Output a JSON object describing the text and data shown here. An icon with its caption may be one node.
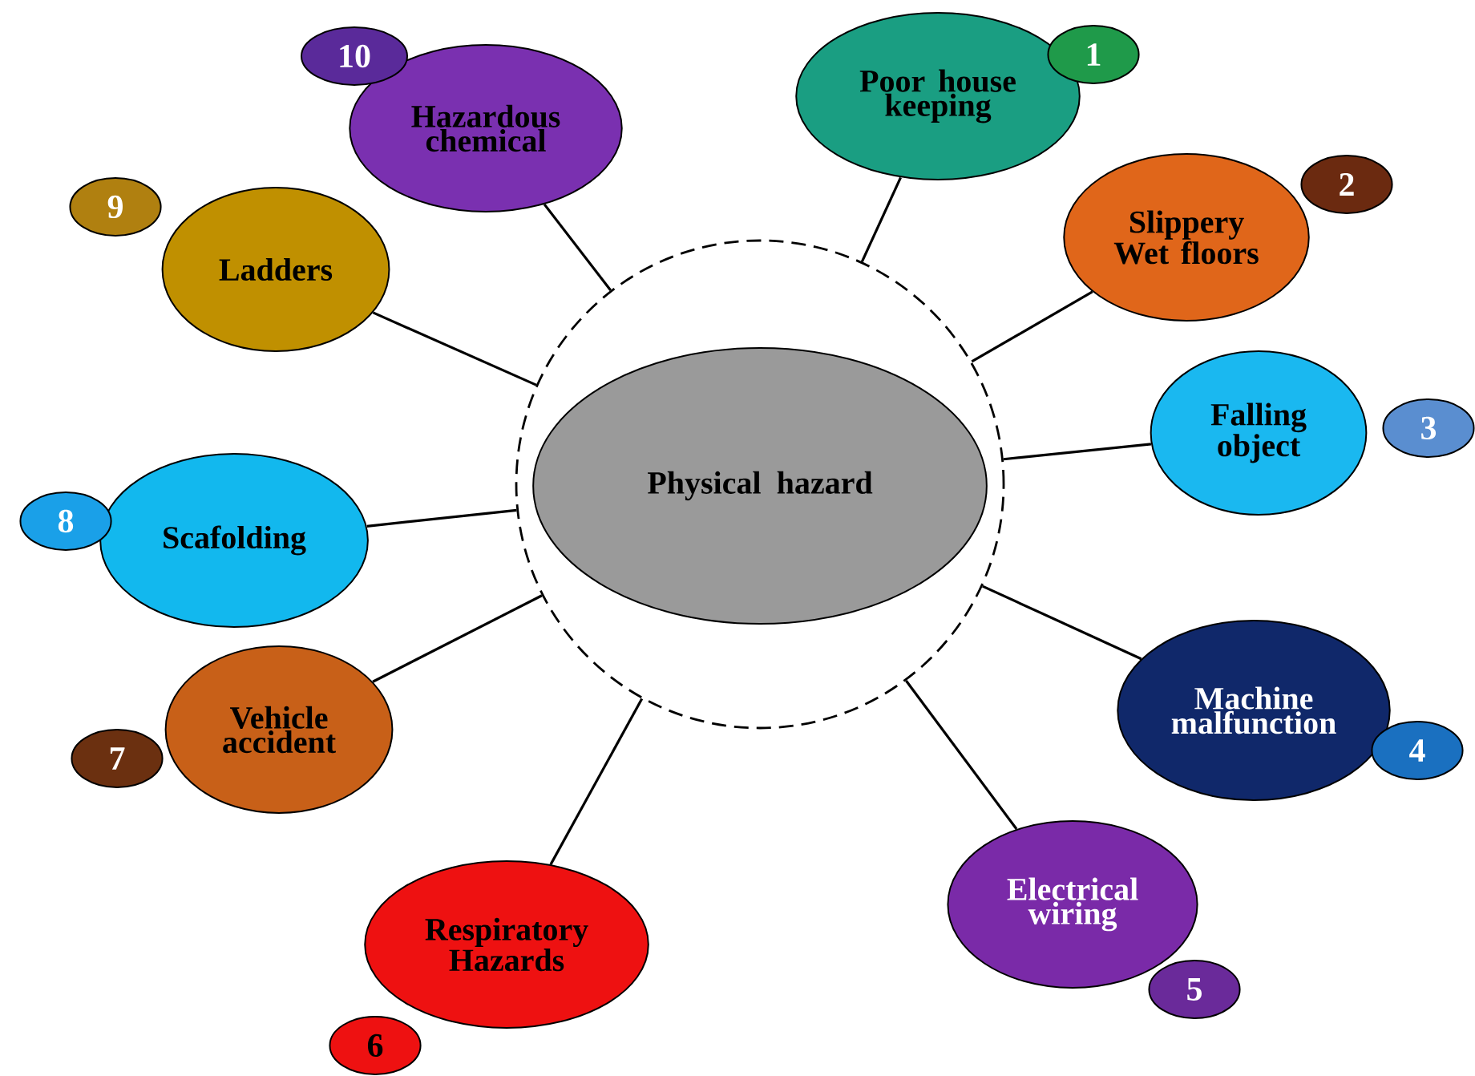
{
  "diagram": {
    "nodes": [
      {
        "text": [],
        "shape": "circle"
      },
      {
        "text": [
          "Physical hazard"
        ],
        "in": 0
      },
      {
        "text": [
          "Poor house keeping"
        ]
      },
      {
        "text": [
          "Slippery Wet floors"
        ]
      },
      {
        "text": [
          "Falling object"
        ]
      },
      {
        "text": [
          "Machine malfunction"
        ]
      },
      {
        "text": [
          "Electrical wiring"
        ]
      },
      {
        "text": [
          "Respiratory Hazards"
        ]
      },
      {
        "text": [
          "Vehicle accident"
        ]
      },
      {
        "text": [
          "Scafolding"
        ]
      },
      {
        "text": [
          "Ladders"
        ]
      },
      {
        "text": [
          "Hazardous chemical"
        ]
      },
      {
        "text": [
          "1"
        ]
      },
      {
        "text": [
          "2"
        ]
      },
      {
        "text": [
          "3"
        ]
      },
      {
        "text": [
          "4"
        ]
      },
      {
        "text": [
          "5"
        ]
      },
      {
        "text": [
          "6"
        ]
      },
      {
        "text": [
          "7"
        ]
      },
      {
        "text": [
          "8"
        ]
      },
      {
        "text": [
          "9"
        ]
      },
      {
        "text": [
          "10"
        ]
      }
    ],
    "edges": [
      {
        "from": 0,
        "to": 2,
        "arrow": "none"
      },
      {
        "from": 0,
        "to": 3,
        "arrow": "none"
      },
      {
        "from": 0,
        "to": 4,
        "arrow": "none"
      },
      {
        "from": 0,
        "to": 5,
        "arrow": "none"
      },
      {
        "from": 0,
        "to": 6,
        "arrow": "none"
      },
      {
        "from": 0,
        "to": 7,
        "arrow": "none"
      },
      {
        "from": 0,
        "to": 8,
        "arrow": "none"
      },
      {
        "from": 0,
        "to": 9,
        "arrow": "none"
      },
      {
        "from": 0,
        "to": 10,
        "arrow": "none"
      },
      {
        "from": 0,
        "to": 11,
        "arrow": "none"
      }
    ]
  }
}
